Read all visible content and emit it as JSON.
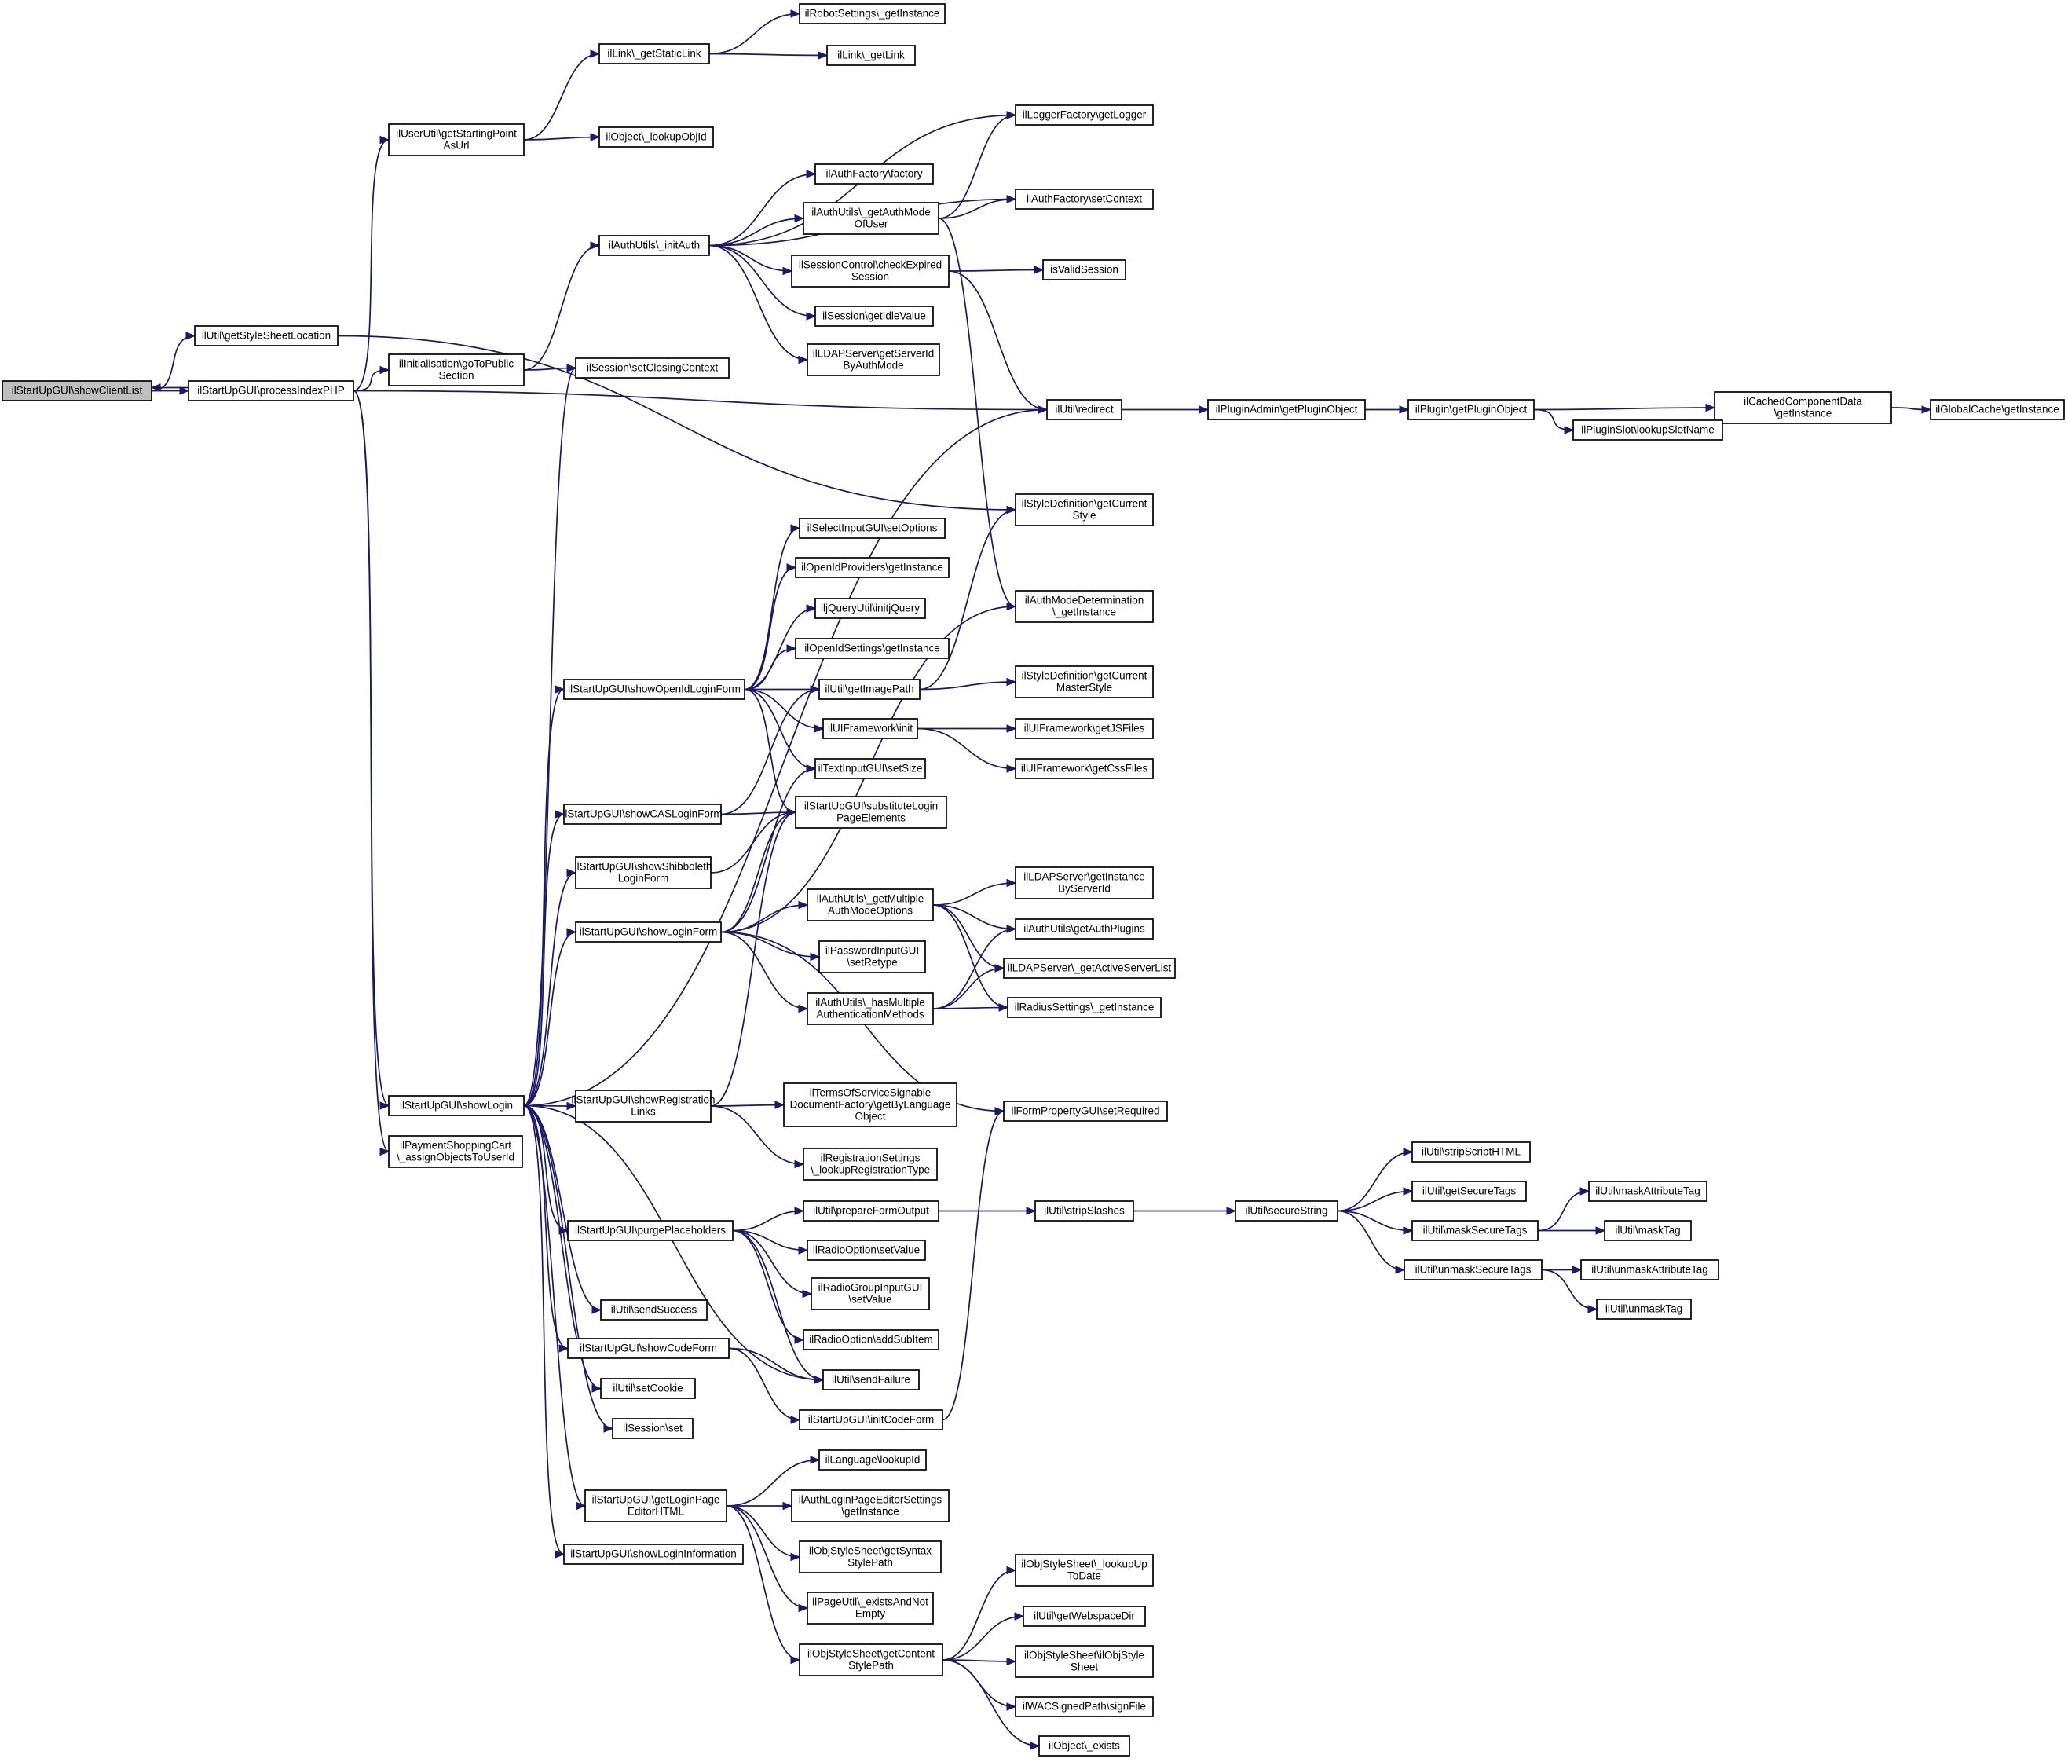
{
  "nodes": [
    {
      "id": "n0",
      "lines": [
        "ilStartUpGUI\\showClientList"
      ],
      "root": true
    },
    {
      "id": "n1",
      "lines": [
        "ilUtil\\getStyleSheetLocation"
      ]
    },
    {
      "id": "n2",
      "lines": [
        "ilStartUpGUI\\processIndexPHP"
      ]
    },
    {
      "id": "n3",
      "lines": [
        "ilUserUtil\\getStartingPoint",
        "AsUrl"
      ]
    },
    {
      "id": "n4",
      "lines": [
        "ilInitialisation\\goToPublic",
        "Section"
      ]
    },
    {
      "id": "n5",
      "lines": [
        "ilStartUpGUI\\showLogin"
      ]
    },
    {
      "id": "n6",
      "lines": [
        "ilPaymentShoppingCart",
        "\\_assignObjectsToUserId"
      ]
    },
    {
      "id": "n7",
      "lines": [
        "ilLink\\_getStaticLink"
      ]
    },
    {
      "id": "n8",
      "lines": [
        "ilObject\\_lookupObjId"
      ]
    },
    {
      "id": "n9",
      "lines": [
        "ilAuthUtils\\_initAuth"
      ]
    },
    {
      "id": "n10",
      "lines": [
        "ilSession\\setClosingContext"
      ]
    },
    {
      "id": "n11",
      "lines": [
        "ilStartUpGUI\\showOpenIdLoginForm"
      ]
    },
    {
      "id": "n12",
      "lines": [
        "ilStartUpGUI\\showCASLoginForm"
      ]
    },
    {
      "id": "n13",
      "lines": [
        "ilStartUpGUI\\showShibboleth",
        "LoginForm"
      ]
    },
    {
      "id": "n14",
      "lines": [
        "ilStartUpGUI\\showLoginForm"
      ]
    },
    {
      "id": "n15",
      "lines": [
        "ilStartUpGUI\\showRegistration",
        "Links"
      ]
    },
    {
      "id": "n16",
      "lines": [
        "ilStartUpGUI\\purgePlaceholders"
      ]
    },
    {
      "id": "n17",
      "lines": [
        "ilUtil\\sendSuccess"
      ]
    },
    {
      "id": "n18",
      "lines": [
        "ilStartUpGUI\\showCodeForm"
      ]
    },
    {
      "id": "n19",
      "lines": [
        "ilUtil\\setCookie"
      ]
    },
    {
      "id": "n20",
      "lines": [
        "ilSession\\set"
      ]
    },
    {
      "id": "n21",
      "lines": [
        "ilStartUpGUI\\getLoginPage",
        "EditorHTML"
      ]
    },
    {
      "id": "n22",
      "lines": [
        "ilStartUpGUI\\showLoginInformation"
      ]
    },
    {
      "id": "n23",
      "lines": [
        "ilRobotSettings\\_getInstance"
      ]
    },
    {
      "id": "n24",
      "lines": [
        "ilLink\\_getLink"
      ]
    },
    {
      "id": "n25",
      "lines": [
        "ilAuthFactory\\factory"
      ]
    },
    {
      "id": "n26",
      "lines": [
        "ilAuthUtils\\_getAuthMode",
        "OfUser"
      ]
    },
    {
      "id": "n27",
      "lines": [
        "ilSessionControl\\checkExpired",
        "Session"
      ]
    },
    {
      "id": "n28",
      "lines": [
        "ilSession\\getIdleValue"
      ]
    },
    {
      "id": "n29",
      "lines": [
        "ilLDAPServer\\getServerId",
        "ByAuthMode"
      ]
    },
    {
      "id": "n30",
      "lines": [
        "ilSelectInputGUI\\setOptions"
      ]
    },
    {
      "id": "n31",
      "lines": [
        "ilOpenIdProviders\\getInstance"
      ]
    },
    {
      "id": "n32",
      "lines": [
        "iljQueryUtil\\initjQuery"
      ]
    },
    {
      "id": "n33",
      "lines": [
        "ilOpenIdSettings\\getInstance"
      ]
    },
    {
      "id": "n34",
      "lines": [
        "ilUtil\\getImagePath"
      ]
    },
    {
      "id": "n35",
      "lines": [
        "ilUIFramework\\init"
      ]
    },
    {
      "id": "n36",
      "lines": [
        "ilTextInputGUI\\setSize"
      ]
    },
    {
      "id": "n37",
      "lines": [
        "ilStartUpGUI\\substituteLogin",
        "PageElements"
      ]
    },
    {
      "id": "n38",
      "lines": [
        "ilAuthUtils\\_getMultiple",
        "AuthModeOptions"
      ]
    },
    {
      "id": "n39",
      "lines": [
        "ilPasswordInputGUI",
        "\\setRetype"
      ]
    },
    {
      "id": "n40",
      "lines": [
        "ilAuthUtils\\_hasMultiple",
        "AuthenticationMethods"
      ]
    },
    {
      "id": "n41",
      "lines": [
        "ilTermsOfServiceSignable",
        "DocumentFactory\\getByLanguage",
        "Object"
      ]
    },
    {
      "id": "n42",
      "lines": [
        "ilRegistrationSettings",
        "\\_lookupRegistrationType"
      ]
    },
    {
      "id": "n43",
      "lines": [
        "ilUtil\\prepareFormOutput"
      ]
    },
    {
      "id": "n44",
      "lines": [
        "ilRadioOption\\setValue"
      ]
    },
    {
      "id": "n45",
      "lines": [
        "ilRadioGroupInputGUI",
        "\\setValue"
      ]
    },
    {
      "id": "n46",
      "lines": [
        "ilRadioOption\\addSubItem"
      ]
    },
    {
      "id": "n47",
      "lines": [
        "ilUtil\\sendFailure"
      ]
    },
    {
      "id": "n48",
      "lines": [
        "ilStartUpGUI\\initCodeForm"
      ]
    },
    {
      "id": "n49",
      "lines": [
        "ilLanguage\\lookupId"
      ]
    },
    {
      "id": "n50",
      "lines": [
        "ilAuthLoginPageEditorSettings",
        "\\getInstance"
      ]
    },
    {
      "id": "n51",
      "lines": [
        "ilObjStyleSheet\\getSyntax",
        "StylePath"
      ]
    },
    {
      "id": "n52",
      "lines": [
        "ilPageUtil\\_existsAndNot",
        "Empty"
      ]
    },
    {
      "id": "n53",
      "lines": [
        "ilObjStyleSheet\\getContent",
        "StylePath"
      ]
    },
    {
      "id": "n54",
      "lines": [
        "ilLoggerFactory\\getLogger"
      ]
    },
    {
      "id": "n55",
      "lines": [
        "ilAuthFactory\\setContext"
      ]
    },
    {
      "id": "n56",
      "lines": [
        "isValidSession"
      ]
    },
    {
      "id": "n57",
      "lines": [
        "ilUtil\\redirect"
      ]
    },
    {
      "id": "n58",
      "lines": [
        "ilStyleDefinition\\getCurrent",
        "Style"
      ]
    },
    {
      "id": "n59",
      "lines": [
        "ilAuthModeDetermination",
        "\\_getInstance"
      ]
    },
    {
      "id": "n60",
      "lines": [
        "ilStyleDefinition\\getCurrent",
        "MasterStyle"
      ]
    },
    {
      "id": "n61",
      "lines": [
        "ilUIFramework\\getJSFiles"
      ]
    },
    {
      "id": "n62",
      "lines": [
        "ilUIFramework\\getCssFiles"
      ]
    },
    {
      "id": "n63",
      "lines": [
        "ilLDAPServer\\getInstance",
        "ByServerId"
      ]
    },
    {
      "id": "n64",
      "lines": [
        "ilAuthUtils\\getAuthPlugins"
      ]
    },
    {
      "id": "n65",
      "lines": [
        "ilLDAPServer\\_getActiveServerList"
      ]
    },
    {
      "id": "n66",
      "lines": [
        "ilRadiusSettings\\_getInstance"
      ]
    },
    {
      "id": "n67",
      "lines": [
        "ilFormPropertyGUI\\setRequired"
      ]
    },
    {
      "id": "n68",
      "lines": [
        "ilUtil\\stripSlashes"
      ]
    },
    {
      "id": "n69",
      "lines": [
        "ilObjStyleSheet\\_lookupUp",
        "ToDate"
      ]
    },
    {
      "id": "n70",
      "lines": [
        "ilUtil\\getWebspaceDir"
      ]
    },
    {
      "id": "n71",
      "lines": [
        "ilObjStyleSheet\\ilObjStyle",
        "Sheet"
      ]
    },
    {
      "id": "n72",
      "lines": [
        "ilWACSignedPath\\signFile"
      ]
    },
    {
      "id": "n73",
      "lines": [
        "ilObject\\_exists"
      ]
    },
    {
      "id": "n74",
      "lines": [
        "ilPluginAdmin\\getPluginObject"
      ]
    },
    {
      "id": "n75",
      "lines": [
        "ilUtil\\secureString"
      ]
    },
    {
      "id": "n76",
      "lines": [
        "ilPlugin\\getPluginObject"
      ]
    },
    {
      "id": "n77",
      "lines": [
        "ilUtil\\stripScriptHTML"
      ]
    },
    {
      "id": "n78",
      "lines": [
        "ilUtil\\getSecureTags"
      ]
    },
    {
      "id": "n79",
      "lines": [
        "ilUtil\\maskSecureTags"
      ]
    },
    {
      "id": "n80",
      "lines": [
        "ilUtil\\unmaskSecureTags"
      ]
    },
    {
      "id": "n81",
      "lines": [
        "ilCachedComponentData",
        "\\getInstance"
      ]
    },
    {
      "id": "n82",
      "lines": [
        "ilPluginSlot\\lookupSlotName"
      ]
    },
    {
      "id": "n83",
      "lines": [
        "ilUtil\\maskAttributeTag"
      ]
    },
    {
      "id": "n84",
      "lines": [
        "ilUtil\\maskTag"
      ]
    },
    {
      "id": "n85",
      "lines": [
        "ilUtil\\unmaskAttributeTag"
      ]
    },
    {
      "id": "n86",
      "lines": [
        "ilUtil\\unmaskTag"
      ]
    },
    {
      "id": "n87",
      "lines": [
        "ilGlobalCache\\getInstance"
      ]
    }
  ],
  "edges": [
    [
      "n0",
      "n1"
    ],
    [
      "n0",
      "n2"
    ],
    [
      "n2",
      "n0"
    ],
    [
      "n2",
      "n3"
    ],
    [
      "n2",
      "n4"
    ],
    [
      "n2",
      "n5"
    ],
    [
      "n2",
      "n6"
    ],
    [
      "n2",
      "n57"
    ],
    [
      "n1",
      "n58"
    ],
    [
      "n3",
      "n7"
    ],
    [
      "n3",
      "n8"
    ],
    [
      "n7",
      "n23"
    ],
    [
      "n7",
      "n24"
    ],
    [
      "n4",
      "n9"
    ],
    [
      "n4",
      "n10"
    ],
    [
      "n9",
      "n25"
    ],
    [
      "n9",
      "n26"
    ],
    [
      "n9",
      "n27"
    ],
    [
      "n9",
      "n28"
    ],
    [
      "n9",
      "n29"
    ],
    [
      "n9",
      "n54"
    ],
    [
      "n9",
      "n55"
    ],
    [
      "n26",
      "n54"
    ],
    [
      "n26",
      "n55"
    ],
    [
      "n26",
      "n59"
    ],
    [
      "n27",
      "n56"
    ],
    [
      "n27",
      "n57"
    ],
    [
      "n57",
      "n74"
    ],
    [
      "n74",
      "n76"
    ],
    [
      "n76",
      "n81"
    ],
    [
      "n76",
      "n82"
    ],
    [
      "n82",
      "n81"
    ],
    [
      "n81",
      "n87"
    ],
    [
      "n5",
      "n10"
    ],
    [
      "n5",
      "n11"
    ],
    [
      "n5",
      "n12"
    ],
    [
      "n5",
      "n13"
    ],
    [
      "n5",
      "n14"
    ],
    [
      "n5",
      "n15"
    ],
    [
      "n5",
      "n16"
    ],
    [
      "n5",
      "n17"
    ],
    [
      "n5",
      "n18"
    ],
    [
      "n5",
      "n19"
    ],
    [
      "n5",
      "n20"
    ],
    [
      "n5",
      "n21"
    ],
    [
      "n5",
      "n22"
    ],
    [
      "n5",
      "n47"
    ],
    [
      "n5",
      "n57"
    ],
    [
      "n11",
      "n30"
    ],
    [
      "n11",
      "n31"
    ],
    [
      "n11",
      "n32"
    ],
    [
      "n11",
      "n33"
    ],
    [
      "n11",
      "n34"
    ],
    [
      "n11",
      "n35"
    ],
    [
      "n11",
      "n36"
    ],
    [
      "n11",
      "n37"
    ],
    [
      "n34",
      "n58"
    ],
    [
      "n34",
      "n60"
    ],
    [
      "n35",
      "n61"
    ],
    [
      "n35",
      "n62"
    ],
    [
      "n12",
      "n34"
    ],
    [
      "n12",
      "n37"
    ],
    [
      "n13",
      "n37"
    ],
    [
      "n14",
      "n36"
    ],
    [
      "n14",
      "n37"
    ],
    [
      "n14",
      "n38"
    ],
    [
      "n14",
      "n39"
    ],
    [
      "n14",
      "n40"
    ],
    [
      "n14",
      "n59"
    ],
    [
      "n14",
      "n67"
    ],
    [
      "n38",
      "n63"
    ],
    [
      "n38",
      "n64"
    ],
    [
      "n38",
      "n65"
    ],
    [
      "n38",
      "n66"
    ],
    [
      "n40",
      "n64"
    ],
    [
      "n40",
      "n65"
    ],
    [
      "n40",
      "n66"
    ],
    [
      "n15",
      "n37"
    ],
    [
      "n15",
      "n41"
    ],
    [
      "n15",
      "n42"
    ],
    [
      "n16",
      "n43"
    ],
    [
      "n16",
      "n44"
    ],
    [
      "n16",
      "n45"
    ],
    [
      "n16",
      "n46"
    ],
    [
      "n16",
      "n47"
    ],
    [
      "n43",
      "n68"
    ],
    [
      "n68",
      "n75"
    ],
    [
      "n75",
      "n77"
    ],
    [
      "n75",
      "n78"
    ],
    [
      "n75",
      "n79"
    ],
    [
      "n75",
      "n80"
    ],
    [
      "n79",
      "n83"
    ],
    [
      "n79",
      "n84"
    ],
    [
      "n80",
      "n85"
    ],
    [
      "n80",
      "n86"
    ],
    [
      "n18",
      "n47"
    ],
    [
      "n18",
      "n48"
    ],
    [
      "n48",
      "n67"
    ],
    [
      "n21",
      "n49"
    ],
    [
      "n21",
      "n50"
    ],
    [
      "n21",
      "n51"
    ],
    [
      "n21",
      "n52"
    ],
    [
      "n21",
      "n53"
    ],
    [
      "n53",
      "n69"
    ],
    [
      "n53",
      "n70"
    ],
    [
      "n53",
      "n71"
    ],
    [
      "n53",
      "n72"
    ],
    [
      "n53",
      "n73"
    ]
  ]
}
